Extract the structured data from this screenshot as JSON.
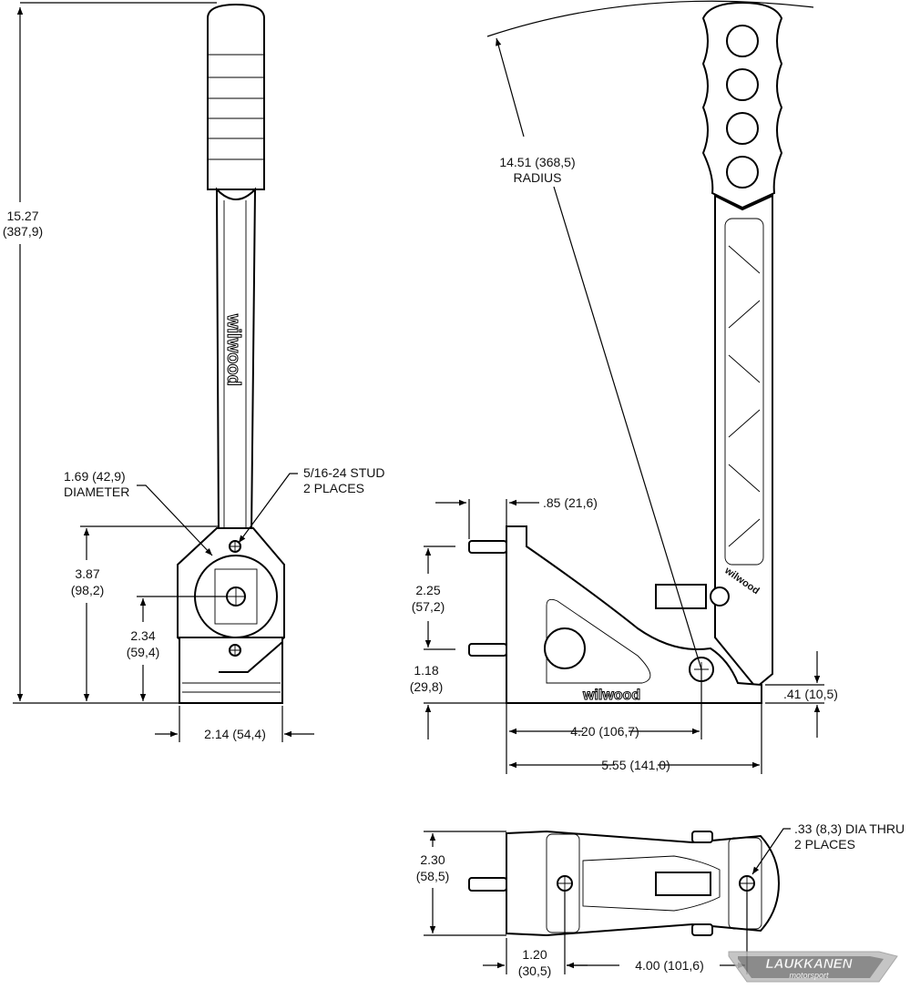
{
  "title": "Wilwood hand brake lever dimension drawing",
  "front_view": {
    "overall_height": [
      "15.27",
      "(387,9)"
    ],
    "diameter": [
      "1.69 (42,9)",
      "DIAMETER"
    ],
    "stud": [
      "5/16-24 STUD",
      "2 PLACES"
    ],
    "body_height": [
      "3.87",
      "(98,2)"
    ],
    "center_height": [
      "2.34",
      "(59,4)"
    ],
    "width": "2.14 (54,4)"
  },
  "side_view": {
    "radius": [
      "14.51 (368,5)",
      "RADIUS"
    ],
    "stud_offset": ".85 (21,6)",
    "stud_spacing": [
      "2.25",
      "(57,2)"
    ],
    "stud_height": [
      "1.18",
      "(29,8)"
    ],
    "base_thickness": ".41 (10,5)",
    "pivot_distance": "4.20 (106,7)",
    "overall_length": "5.55 (141,0)"
  },
  "top_view": {
    "width": [
      "2.30",
      "(58,5)"
    ],
    "hole": [
      ".33 (8,3) DIA THRU",
      "2 PLACES"
    ],
    "first_hole": [
      "1.20",
      "(30,5)"
    ],
    "hole_spacing": "4.00 (101,6)"
  },
  "brand_marking": "wilwood",
  "watermark": {
    "line1": "LAUKKANEN",
    "line2": "motorsport"
  }
}
